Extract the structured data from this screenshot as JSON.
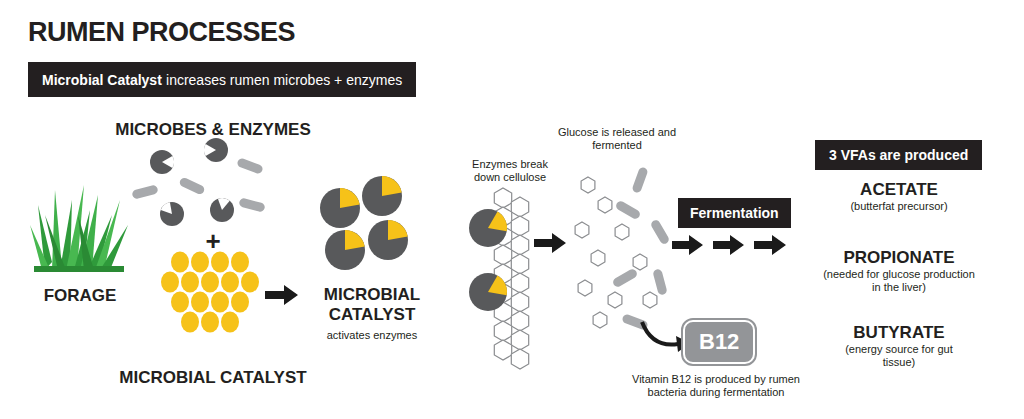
{
  "diagram": {
    "title": "RUMEN PROCESSES",
    "nodes": [
      {
        "text": [
          "Microbial Catalyst",
          "increases rumen microbes + enzymes"
        ]
      },
      {
        "text": [
          "Fermentation"
        ]
      },
      {
        "text": [
          "B12"
        ]
      },
      {
        "text": [
          "3 VFAs are produced"
        ]
      }
    ],
    "labels": [
      "MICROBES & ENZYMES",
      "+",
      "FORAGE",
      "MICROBIAL CATALYST",
      "MICROBIAL CATALYST",
      "activates enzymes",
      "Enzymes break down cellulose",
      "Glucose is released and fermented",
      "Vitamin B12 is produced by rumen bacteria during fermentation",
      "ACETATE",
      "(butterfat precursor)",
      "PROPIONATE",
      "(needed for glucose production in the liver)",
      "BUTYRATE",
      "(energy source for gut tissue)"
    ]
  }
}
